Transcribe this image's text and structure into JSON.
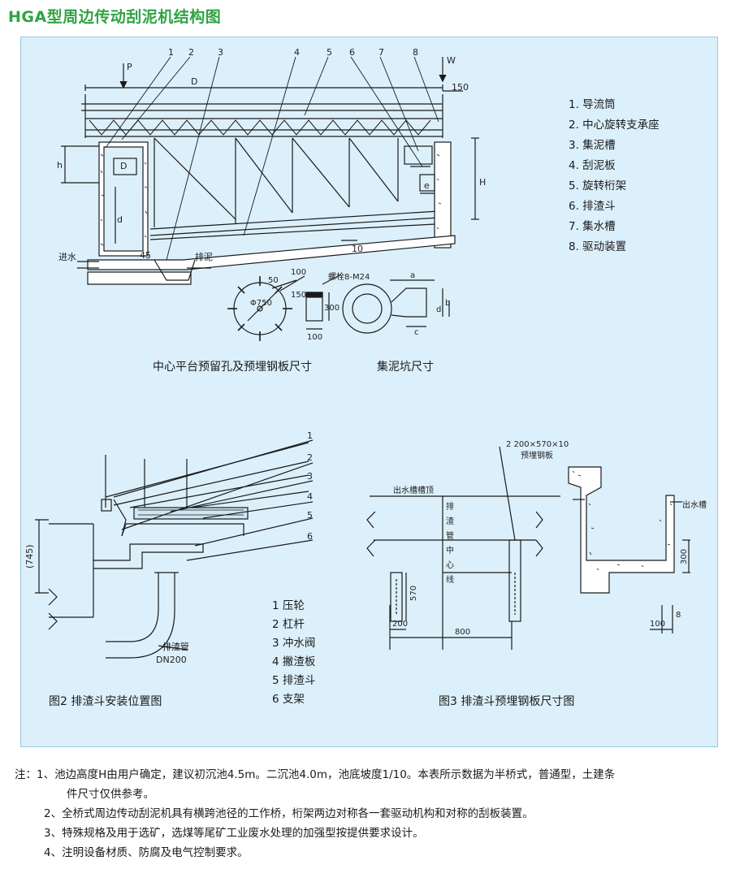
{
  "title": "HGA型周边传动刮泥机结构图",
  "legend1": [
    "1. 导流筒",
    "2. 中心旋转支承座",
    "3. 集泥槽",
    "4. 刮泥板",
    "5. 旋转桁架",
    "6. 排渣斗",
    "7. 集水槽",
    "8. 驱动装置"
  ],
  "legend2": [
    "1 压轮",
    "2 杠杆",
    "3 冲水阀",
    "4 撇渣板",
    "5 排渣斗",
    "6 支架"
  ],
  "captions": {
    "center": "中心平台预留孔及预埋钢板尺寸",
    "pit": "集泥坑尺寸",
    "fig2": "图2  排渣斗安装位置图",
    "fig3": "图3  排渣斗预埋钢板尺寸图"
  },
  "fig1_labels": {
    "nums": [
      "1",
      "2",
      "3",
      "4",
      "5",
      "6",
      "7",
      "8"
    ],
    "P": "P",
    "W": "W",
    "D": "D",
    "D_inner": "D",
    "d": "d",
    "h": "h",
    "H": "H",
    "e": "e",
    "dim150": "150",
    "slope": "10",
    "angle": "45",
    "inflow": "进水",
    "outflow": "排泥"
  },
  "detail_labels": {
    "bolt": "螺栓8-M24",
    "d100a": "100",
    "d50": "50",
    "d150": "150",
    "dia": "Φ750",
    "d300": "300",
    "d100b": "100",
    "a": "a",
    "b": "b",
    "c": "c",
    "dd": "d"
  },
  "fig2_labels": {
    "nums": [
      "1",
      "2",
      "3",
      "4",
      "5",
      "6"
    ],
    "dim745": "(745)",
    "pipe": "排渣管",
    "dn": "DN200"
  },
  "fig3_labels": {
    "plate": "2  200×570×10",
    "plate2": "预埋钢板",
    "top": "出水槽槽顶",
    "centerline": [
      "排",
      "渣",
      "管",
      "中",
      "心",
      "线"
    ],
    "d570": "570",
    "d200": "200",
    "d800": "800",
    "outlet": "出水槽",
    "d300": "300",
    "d8": "8",
    "d100": "100"
  },
  "notes": {
    "n1a": "注：1、池边高度H由用户确定，建议初沉池4.5m。二沉池4.0m，池底坡度1/10。本表所示数据为半桥式，普通型，土建条",
    "n1b": "件尺寸仅供参考。",
    "n2": "2、全桥式周边传动刮泥机具有横跨池径的工作桥，桁架两边对称各一套驱动机构和对称的刮板装置。",
    "n3": "3、特殊规格及用于选矿，选煤等尾矿工业废水处理的加强型按提供要求设计。",
    "n4": "4、注明设备材质、防腐及电气控制要求。"
  },
  "colors": {
    "title": "#2fa343",
    "panel": "#dcf0fb",
    "line": "#1a1a1a"
  }
}
